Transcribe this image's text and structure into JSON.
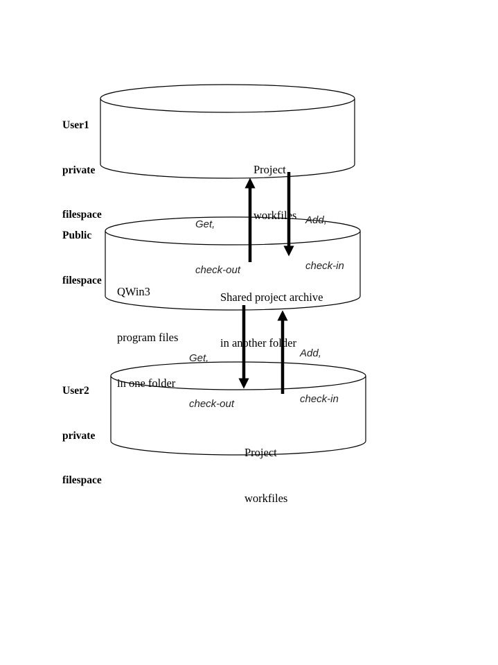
{
  "diagram": {
    "type": "version-control-filespace-flow",
    "stroke_color": "#000000",
    "background": "#ffffff",
    "zones": [
      {
        "id": "user1",
        "label_lines": [
          "User1",
          "private",
          "filespace"
        ],
        "contents": [
          {
            "lines": [
              "Project",
              "workfiles"
            ]
          }
        ]
      },
      {
        "id": "public",
        "label_lines": [
          "Public",
          "filespace"
        ],
        "contents": [
          {
            "lines": [
              "QWin3",
              "program files",
              "in one folder"
            ]
          },
          {
            "lines": [
              "Shared project archive",
              "in another folder"
            ]
          }
        ]
      },
      {
        "id": "user2",
        "label_lines": [
          "User2",
          "private",
          "filespace"
        ],
        "contents": [
          {
            "lines": [
              "Project",
              "workfiles"
            ]
          }
        ]
      }
    ],
    "flows": [
      {
        "from": "public",
        "to": "user1",
        "label_lines": [
          "Get,",
          "check-out"
        ]
      },
      {
        "from": "user1",
        "to": "public",
        "label_lines": [
          "Add,",
          "check-in"
        ]
      },
      {
        "from": "public",
        "to": "user2",
        "label_lines": [
          "Get,",
          "check-out"
        ]
      },
      {
        "from": "user2",
        "to": "public",
        "label_lines": [
          "Add,",
          "check-in"
        ]
      }
    ]
  }
}
